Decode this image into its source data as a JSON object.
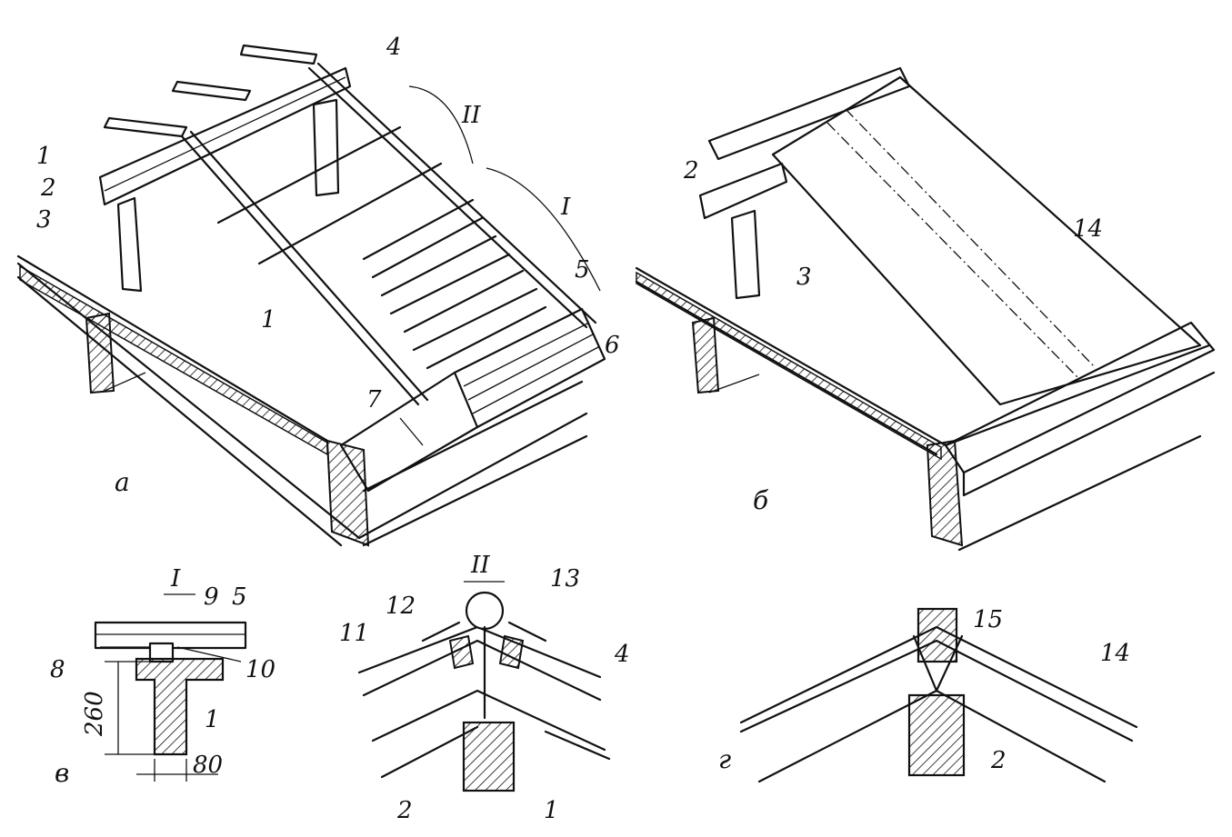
{
  "figures": {
    "a": {
      "caption": "а",
      "labels": [
        "1",
        "2",
        "3",
        "4",
        "1",
        "5",
        "6",
        "7"
      ],
      "brackets": [
        "II",
        "I"
      ]
    },
    "b": {
      "caption": "б",
      "labels": [
        "2",
        "3",
        "14"
      ]
    },
    "v": {
      "caption": "в",
      "title": "I",
      "labels": [
        "9",
        "5",
        "8",
        "10",
        "1"
      ],
      "dimensions": [
        "260",
        "80"
      ]
    },
    "ii": {
      "title": "II",
      "labels": [
        "12",
        "13",
        "11",
        "4",
        "2",
        "1"
      ]
    },
    "g": {
      "caption": "г",
      "labels": [
        "15",
        "14",
        "2"
      ]
    }
  }
}
